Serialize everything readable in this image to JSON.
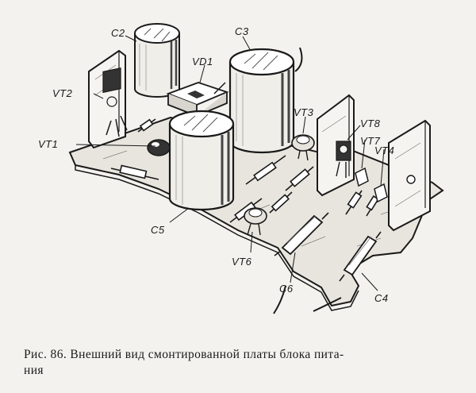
{
  "figure": {
    "labels": {
      "c2": "C2",
      "c3": "C3",
      "vd1": "VD1",
      "vt2": "VT2",
      "vt1": "VT1",
      "vt3": "VT3",
      "vt8": "VT8",
      "vt7": "VT7",
      "vt4": "VT4",
      "c5": "C5",
      "vt6": "VT6",
      "c6": "C6",
      "c4": "C4"
    }
  },
  "caption": {
    "line1": "Рис. 86. Внешний вид смонтированной платы блока пита-",
    "line2": "ния"
  }
}
